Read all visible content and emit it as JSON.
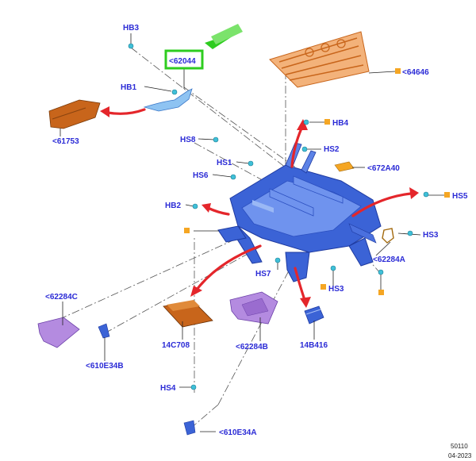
{
  "labels": {
    "hb3": "HB3",
    "p62044": "<62044",
    "p64646": "<64646",
    "hb1": "HB1",
    "p61753": "<61753",
    "hb4": "HB4",
    "hs8": "HS8",
    "hs2": "HS2",
    "hs1": "HS1",
    "p672a40": "<672A40",
    "hs6": "HS6",
    "hs5": "HS5",
    "hb2": "HB2",
    "hs3a": "HS3",
    "p62284a": "<62284A",
    "hs7": "HS7",
    "hs3b": "HS3",
    "p62284c": "<62284C",
    "p610e34b": "<610E34B",
    "p14c708": "14C708",
    "p62284b": "<62284B",
    "p14b416": "14B416",
    "hs4": "HS4",
    "p610e34a": "<610E34A"
  },
  "footer": {
    "ref": "50110",
    "date": "04-2023"
  },
  "colors": {
    "label_blue": "#2b2bd6",
    "frame_blue": "#3b63d6",
    "highlight_green": "#2ecc1f",
    "arrow_red": "#e4262b",
    "part_orange": "#c8651b",
    "part_purple": "#b48be0",
    "marker_orange": "#f5a623",
    "fastener_cyan": "#3fc0d8"
  }
}
